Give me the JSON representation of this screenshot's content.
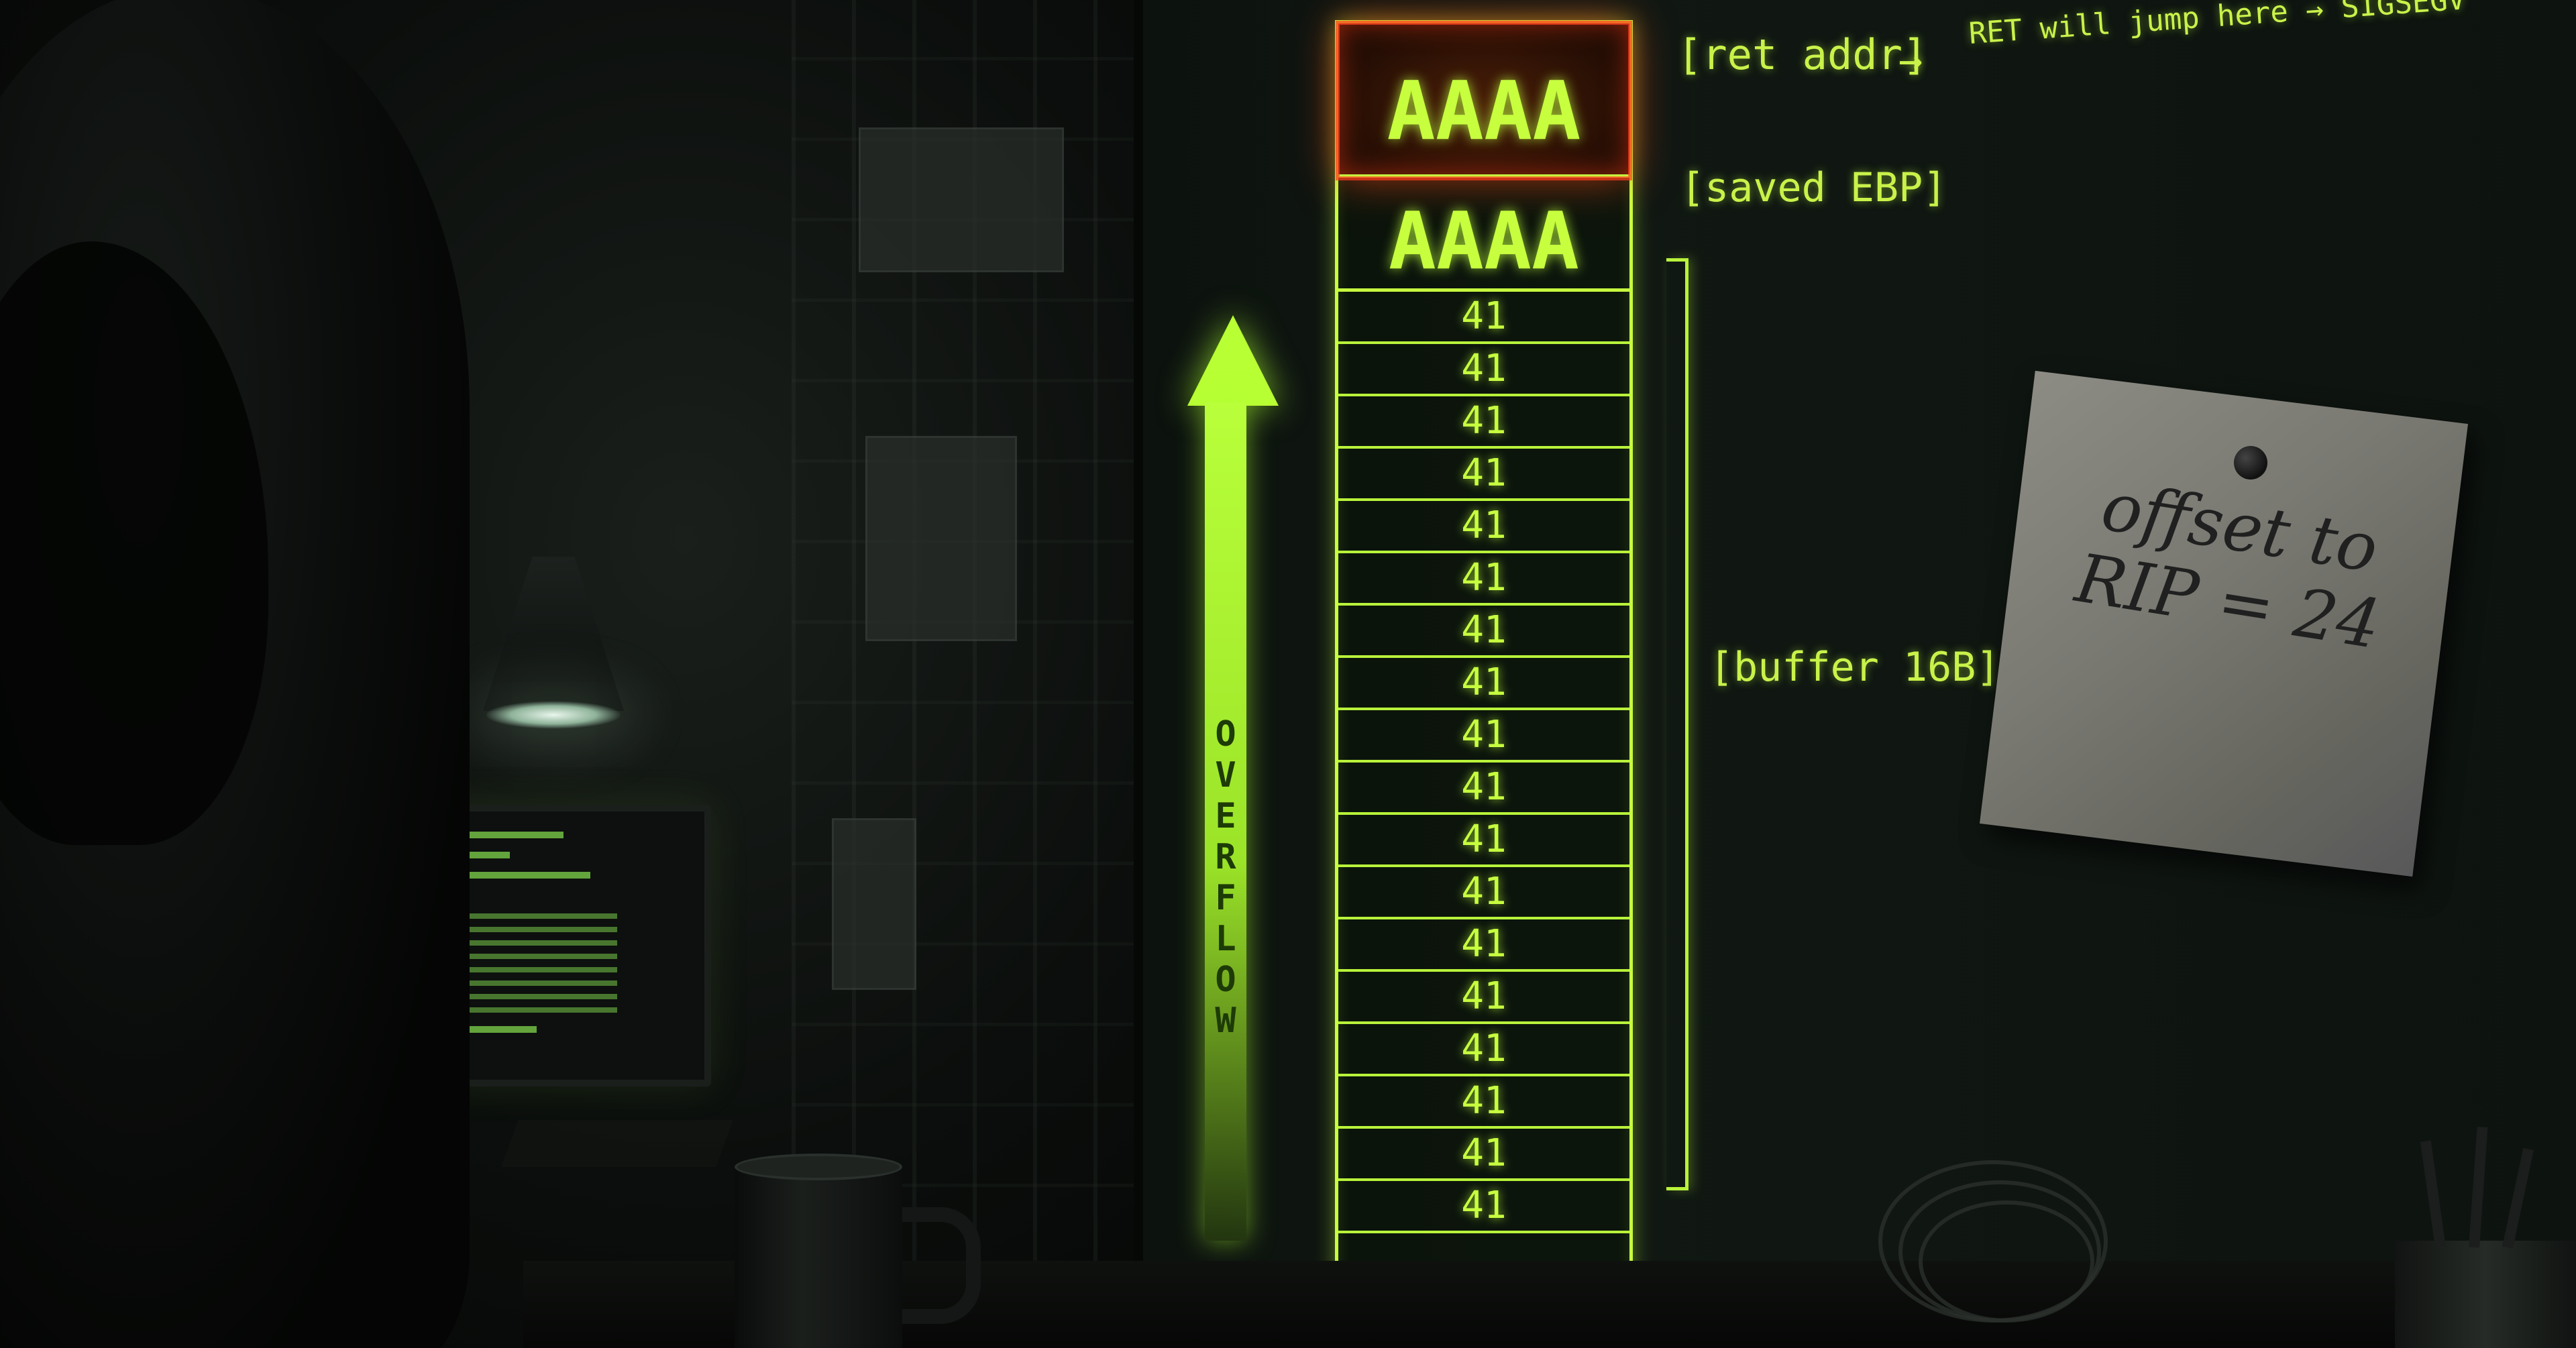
{
  "stack": {
    "ret_slot": "AAAA",
    "ebp_slot": "AAAA",
    "buffer_cells": [
      "41",
      "41",
      "41",
      "41",
      "41",
      "41",
      "41",
      "41",
      "41",
      "41",
      "41",
      "41",
      "41",
      "41",
      "41",
      "41",
      "41",
      "41"
    ]
  },
  "labels": {
    "ret_addr": "[ret addr]",
    "ret_arrow": "→",
    "ret_note": "RET will jump here → SIGSEGV",
    "saved_ebp": "[saved EBP]",
    "buffer": "[buffer 16B]"
  },
  "arrow": {
    "label": "OVERFLOW"
  },
  "sticky_note": {
    "text": "offset to RIP = 24"
  },
  "colors": {
    "neon_green": "#c7ff3f",
    "alert_red": "#ff3c1e",
    "paper": "#7a7a73"
  }
}
